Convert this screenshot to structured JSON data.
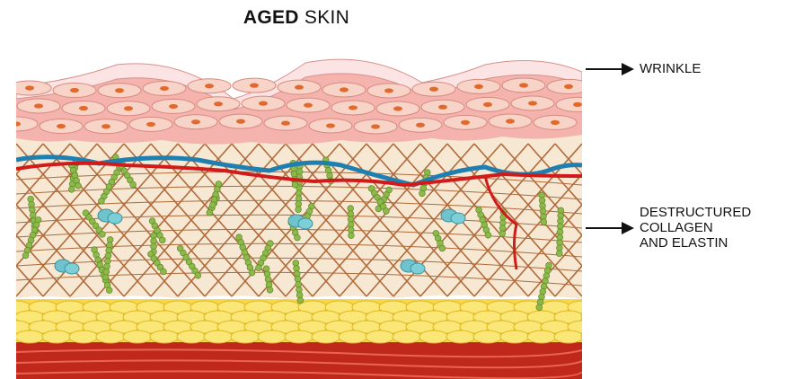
{
  "title": {
    "bold": "AGED",
    "light": "SKIN"
  },
  "labels": {
    "wrinkle": "WRINKLE",
    "collagen_lines": [
      "DESTRUCTURED",
      "COLLAGEN",
      "AND ELASTIN"
    ]
  },
  "colors": {
    "epidermis": "#f4b3ad",
    "epidermis_outer": "#fde4e4",
    "cell_fill": "#f8d4c8",
    "nucleus": "#e06a2e",
    "dermis": "#f6e8d3",
    "collagen": "#b06a3a",
    "elastin_beads": "#8db84a",
    "vein_blue": "#1f7fb0",
    "artery_red": "#d11a1a",
    "fat": "#f7d84a",
    "muscle": "#c0281c"
  }
}
